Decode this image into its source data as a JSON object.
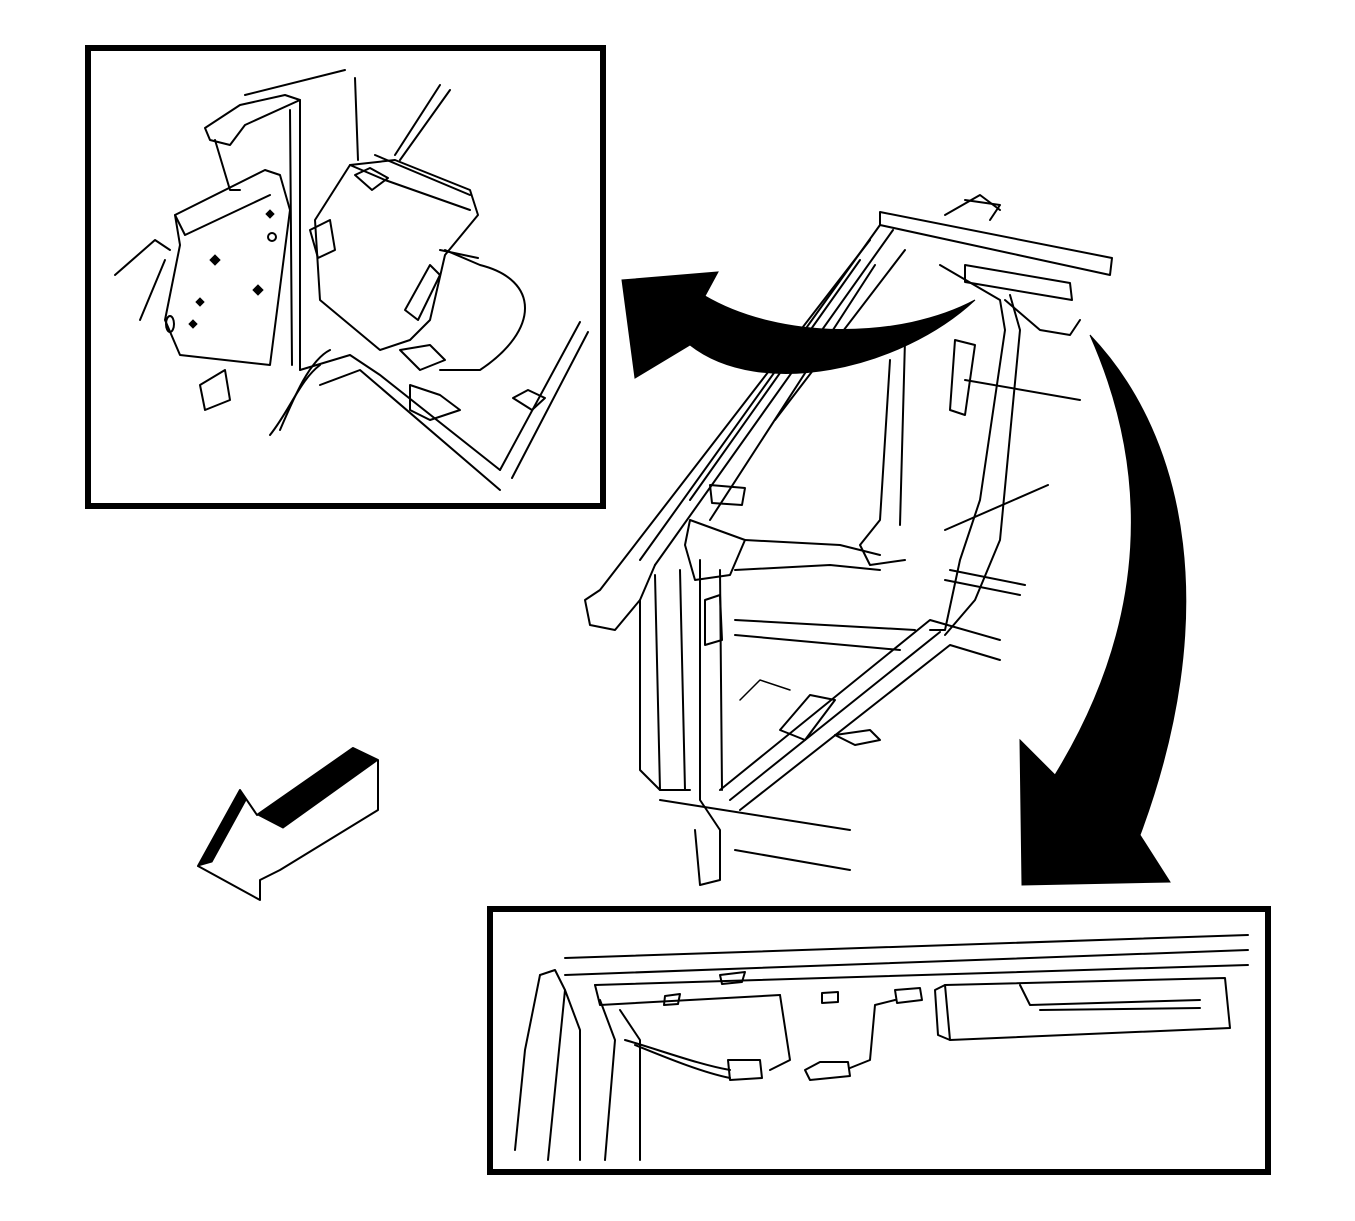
{
  "figure": {
    "type": "service-manual-illustration",
    "panels": [
      "detail-top-left",
      "main-view",
      "detail-bottom-right"
    ],
    "colors": {
      "line": "#000000",
      "background": "#ffffff"
    }
  }
}
